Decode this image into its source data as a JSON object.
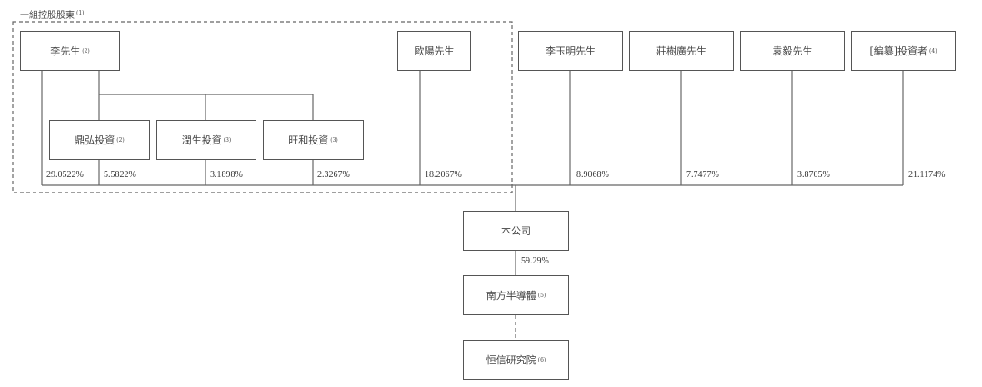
{
  "group": {
    "label": "一組控股股東",
    "note": "(1)"
  },
  "shareholders": [
    {
      "name": "李先生",
      "note": "(2)",
      "pct": "29.0522%"
    },
    {
      "name": "歐陽先生",
      "note": "",
      "pct": "18.2067%"
    },
    {
      "name": "李玉明先生",
      "note": "",
      "pct": "8.9068%"
    },
    {
      "name": "莊樹廣先生",
      "note": "",
      "pct": "7.7477%"
    },
    {
      "name": "袁毅先生",
      "note": "",
      "pct": "3.8705%"
    },
    {
      "name": "[編纂]投資者",
      "note": "(4)",
      "pct": "21.1174%"
    }
  ],
  "vehicles": [
    {
      "name": "鼎弘投資",
      "note": "(2)",
      "pct": "5.5822%"
    },
    {
      "name": "潤生投資",
      "note": "(3)",
      "pct": "3.1898%"
    },
    {
      "name": "旺和投資",
      "note": "(3)",
      "pct": "2.3267%"
    }
  ],
  "company": {
    "name": "本公司"
  },
  "subsidiary": {
    "name": "南方半導體",
    "note": "(5)",
    "pct": "59.29%"
  },
  "institute": {
    "name": "恒信研究院",
    "note": "(6)"
  }
}
